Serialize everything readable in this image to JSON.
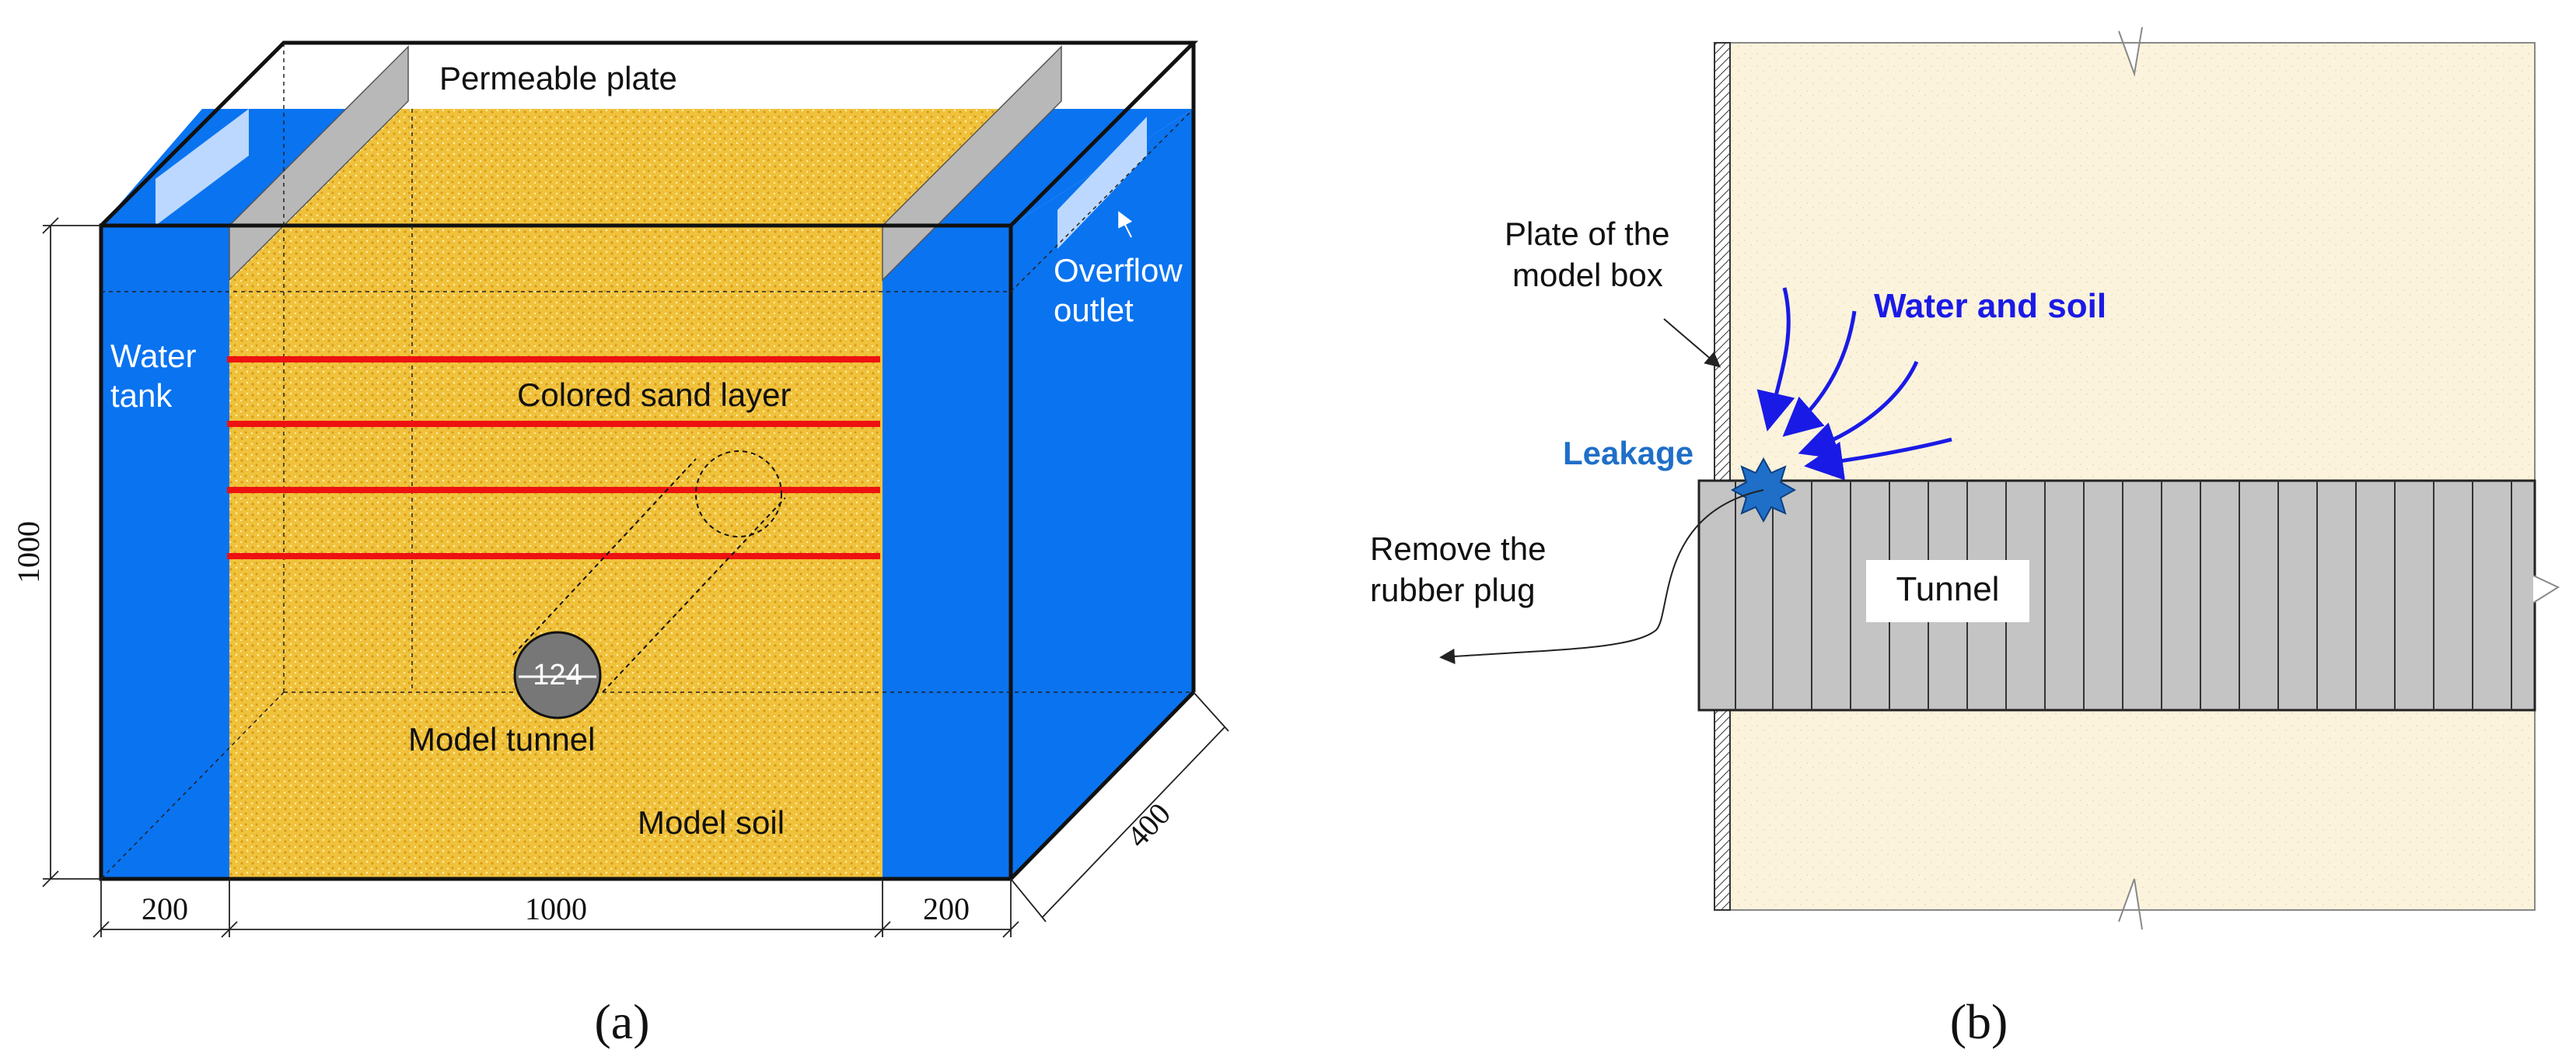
{
  "panel_a": {
    "caption": "(a)",
    "labels": {
      "permeable_plate": "Permeable plate",
      "water_tank_line1": "Water",
      "water_tank_line2": "tank",
      "overflow_line1": "Overflow",
      "overflow_line2": "outlet",
      "colored_sand": "Colored sand layer",
      "model_tunnel": "Model tunnel",
      "model_soil": "Model soil",
      "tunnel_diameter": "124"
    },
    "dimensions": {
      "height": "1000",
      "left_width": "200",
      "middle_width": "1000",
      "right_width": "200",
      "depth": "400"
    }
  },
  "panel_b": {
    "caption": "(b)",
    "labels": {
      "plate_line1": "Plate of the",
      "plate_line2": "model box",
      "water_soil": "Water and soil",
      "leakage": "Leakage",
      "remove_line1": "Remove the",
      "remove_line2": "rubber plug",
      "tunnel": "Tunnel"
    }
  },
  "colors": {
    "water_blue": "#0a73f0",
    "soil_yellow": "#f0c23c",
    "sand_layer_red": "#ee1111",
    "soil_beige": "#fbf3dc",
    "tunnel_gray": "#c4c4c4",
    "arrow_blue": "#1a1ae6",
    "leakage_blue": "#1f6fc8"
  }
}
